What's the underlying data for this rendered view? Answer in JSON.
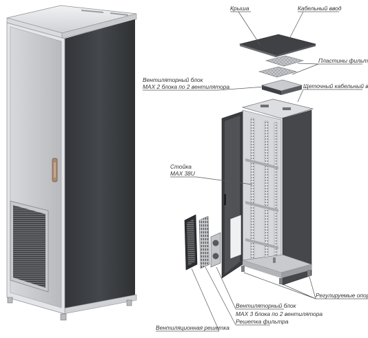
{
  "labels": {
    "roof": "Крыша",
    "cable_entry": "Кабельный ввод",
    "filter_plates": "Пластины фильтра",
    "fan_unit_top_line1": "Вентиляторный блок",
    "fan_unit_top_line2": "MAX 2 блока по 2 вентилятора",
    "brush_cable_entry": "Щеточный кабельный ввод",
    "rack_line1": "Стойка",
    "rack_line2": "MAX 38U",
    "adjustable_feet": "Регулируемые опоры",
    "fan_unit_bottom_line1": "Вентиляторный блок",
    "fan_unit_bottom_line2": "MAX 3 блока по 2 вентилятора",
    "ventilation_grille": "Вентиляционная решетка",
    "filter_grille": "Решетка фильтра"
  },
  "colors": {
    "cabinet_dark": "#3c3e42",
    "door_panel": "#c4c6c9",
    "frame_light": "#e3e5e8",
    "handle": "#a88a72",
    "leader_line": "#555555",
    "label_text": "#333333"
  }
}
